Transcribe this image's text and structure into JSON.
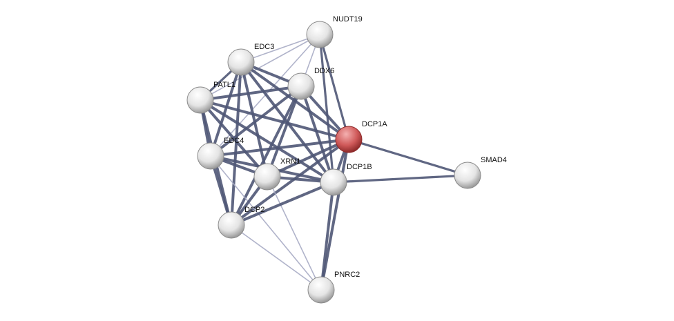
{
  "network": {
    "query_color": "#c94a4a",
    "node_color": "#e6e6e6",
    "strong_edge_color": "#4f5775",
    "weak_edge_color": "#a7abc4",
    "nodes": [
      {
        "id": "NUDT19",
        "query": false
      },
      {
        "id": "EDC3",
        "query": false
      },
      {
        "id": "DDX6",
        "query": false
      },
      {
        "id": "PATL1",
        "query": false
      },
      {
        "id": "DCP1A",
        "query": true
      },
      {
        "id": "EDC4",
        "query": false
      },
      {
        "id": "XRN1",
        "query": false
      },
      {
        "id": "DCP1B",
        "query": false
      },
      {
        "id": "SMAD4",
        "query": false
      },
      {
        "id": "DCP2",
        "query": false
      },
      {
        "id": "PNRC2",
        "query": false
      }
    ],
    "edges": [
      [
        "NUDT19",
        "EDC3",
        0.3
      ],
      [
        "NUDT19",
        "DDX6",
        0.3
      ],
      [
        "NUDT19",
        "PATL1",
        0.3
      ],
      [
        "NUDT19",
        "EDC4",
        0.3
      ],
      [
        "NUDT19",
        "DCP1A",
        0.8
      ],
      [
        "NUDT19",
        "DCP1B",
        0.8
      ],
      [
        "EDC3",
        "PATL1",
        0.8
      ],
      [
        "EDC3",
        "DDX6",
        0.9
      ],
      [
        "EDC3",
        "DCP1A",
        0.9
      ],
      [
        "EDC3",
        "EDC4",
        0.9
      ],
      [
        "EDC3",
        "XRN1",
        0.9
      ],
      [
        "EDC3",
        "DCP1B",
        0.9
      ],
      [
        "EDC3",
        "DCP2",
        0.9
      ],
      [
        "DDX6",
        "PATL1",
        0.9
      ],
      [
        "DDX6",
        "DCP1A",
        0.9
      ],
      [
        "DDX6",
        "EDC4",
        0.9
      ],
      [
        "DDX6",
        "XRN1",
        0.9
      ],
      [
        "DDX6",
        "DCP1B",
        0.9
      ],
      [
        "DDX6",
        "DCP2",
        0.9
      ],
      [
        "PATL1",
        "DCP1A",
        0.9
      ],
      [
        "PATL1",
        "EDC4",
        0.9
      ],
      [
        "PATL1",
        "XRN1",
        0.9
      ],
      [
        "PATL1",
        "DCP1B",
        0.9
      ],
      [
        "PATL1",
        "DCP2",
        0.9
      ],
      [
        "DCP1A",
        "EDC4",
        0.9
      ],
      [
        "DCP1A",
        "XRN1",
        0.9
      ],
      [
        "DCP1A",
        "DCP1B",
        0.9
      ],
      [
        "DCP1A",
        "DCP2",
        0.9
      ],
      [
        "DCP1A",
        "SMAD4",
        0.8
      ],
      [
        "DCP1A",
        "PNRC2",
        0.9
      ],
      [
        "EDC4",
        "XRN1",
        0.9
      ],
      [
        "EDC4",
        "DCP1B",
        0.9
      ],
      [
        "EDC4",
        "DCP2",
        0.9
      ],
      [
        "EDC4",
        "PNRC2",
        0.3
      ],
      [
        "XRN1",
        "DCP1B",
        0.9
      ],
      [
        "XRN1",
        "DCP2",
        0.9
      ],
      [
        "XRN1",
        "PNRC2",
        0.3
      ],
      [
        "DCP1B",
        "DCP2",
        0.9
      ],
      [
        "DCP1B",
        "SMAD4",
        0.7
      ],
      [
        "DCP1B",
        "PNRC2",
        0.9
      ],
      [
        "DCP2",
        "PNRC2",
        0.3
      ]
    ]
  }
}
